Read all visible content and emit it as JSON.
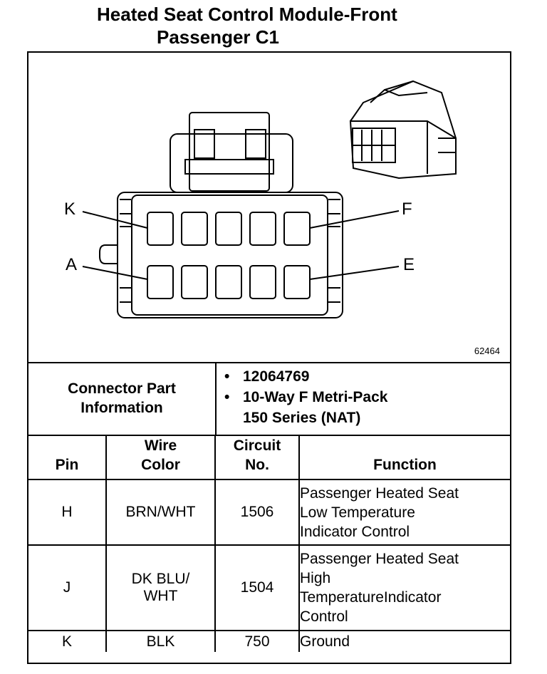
{
  "title": {
    "line1": "Heated Seat Control Module-Front",
    "line2": "Passenger C1"
  },
  "diagram": {
    "figure_id": "62464",
    "labels": {
      "K": "K",
      "F": "F",
      "A": "A",
      "E": "E"
    }
  },
  "connector_info": {
    "label": "Connector Part\nInformation",
    "items": [
      "12064769",
      "10-Way F Metri-Pack\n150 Series (NAT)"
    ]
  },
  "table": {
    "headers": {
      "pin": "Pin",
      "wire_color": "Wire\nColor",
      "circuit": "Circuit\nNo.",
      "function": "Function"
    },
    "rows": [
      {
        "pin": "H",
        "wire_color": "BRN/WHT",
        "circuit": "1506",
        "function": "Passenger Heated Seat\nLow Temperature\nIndicator Control"
      },
      {
        "pin": "J",
        "wire_color": "DK BLU/\nWHT",
        "circuit": "1504",
        "function": "Passenger Heated Seat\nHigh\nTemperatureIndicator\nControl"
      },
      {
        "pin": "K",
        "wire_color": "BLK",
        "circuit": "750",
        "function": "Ground"
      }
    ]
  }
}
